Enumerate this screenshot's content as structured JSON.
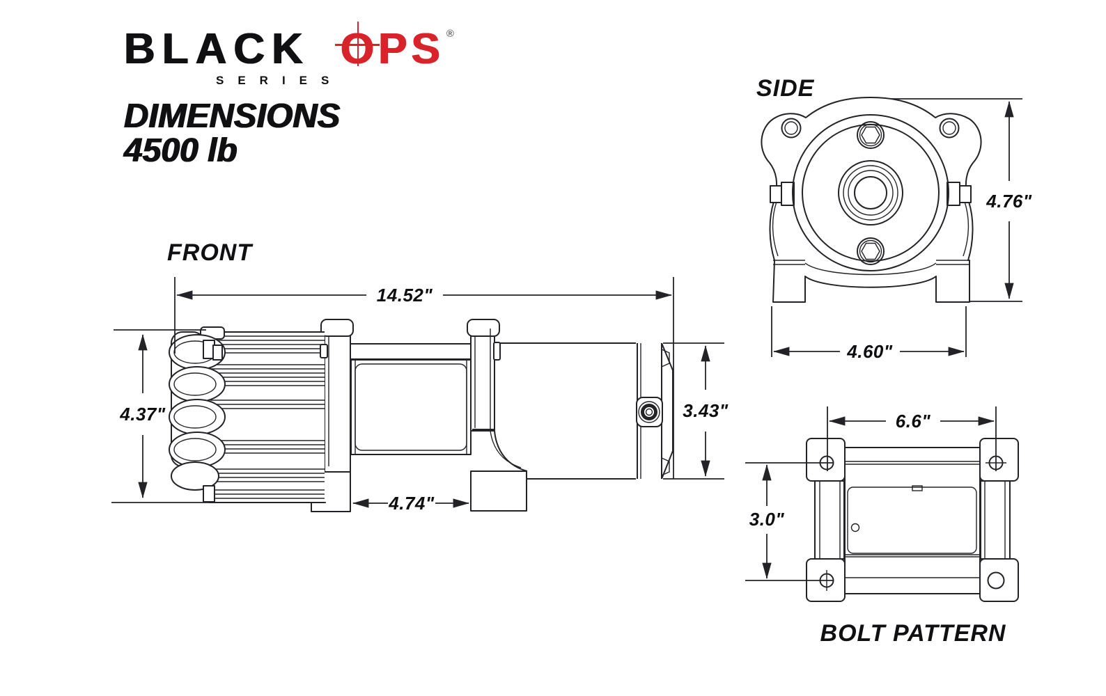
{
  "colors": {
    "line": "#232327",
    "text": "#101013",
    "accent_red": "#d8232a",
    "background": "#ffffff"
  },
  "logo": {
    "black": "BLACK",
    "ops": "OPS",
    "registered": "®",
    "series": "SERIES"
  },
  "heading": {
    "title": "DIMENSIONS",
    "subtitle": "4500 lb"
  },
  "front_view": {
    "label": "FRONT",
    "dim_overall_length": "14.52\"",
    "dim_motor_height": "4.37\"",
    "dim_drum_length": "4.74\"",
    "dim_housing_height": "3.43\""
  },
  "side_view": {
    "label": "SIDE",
    "dim_height": "4.76\"",
    "dim_width": "4.60\""
  },
  "bolt_pattern_view": {
    "label": "BOLT PATTERN",
    "dim_bolt_spacing_horizontal": "6.6\"",
    "dim_bolt_spacing_vertical": "3.0\""
  }
}
